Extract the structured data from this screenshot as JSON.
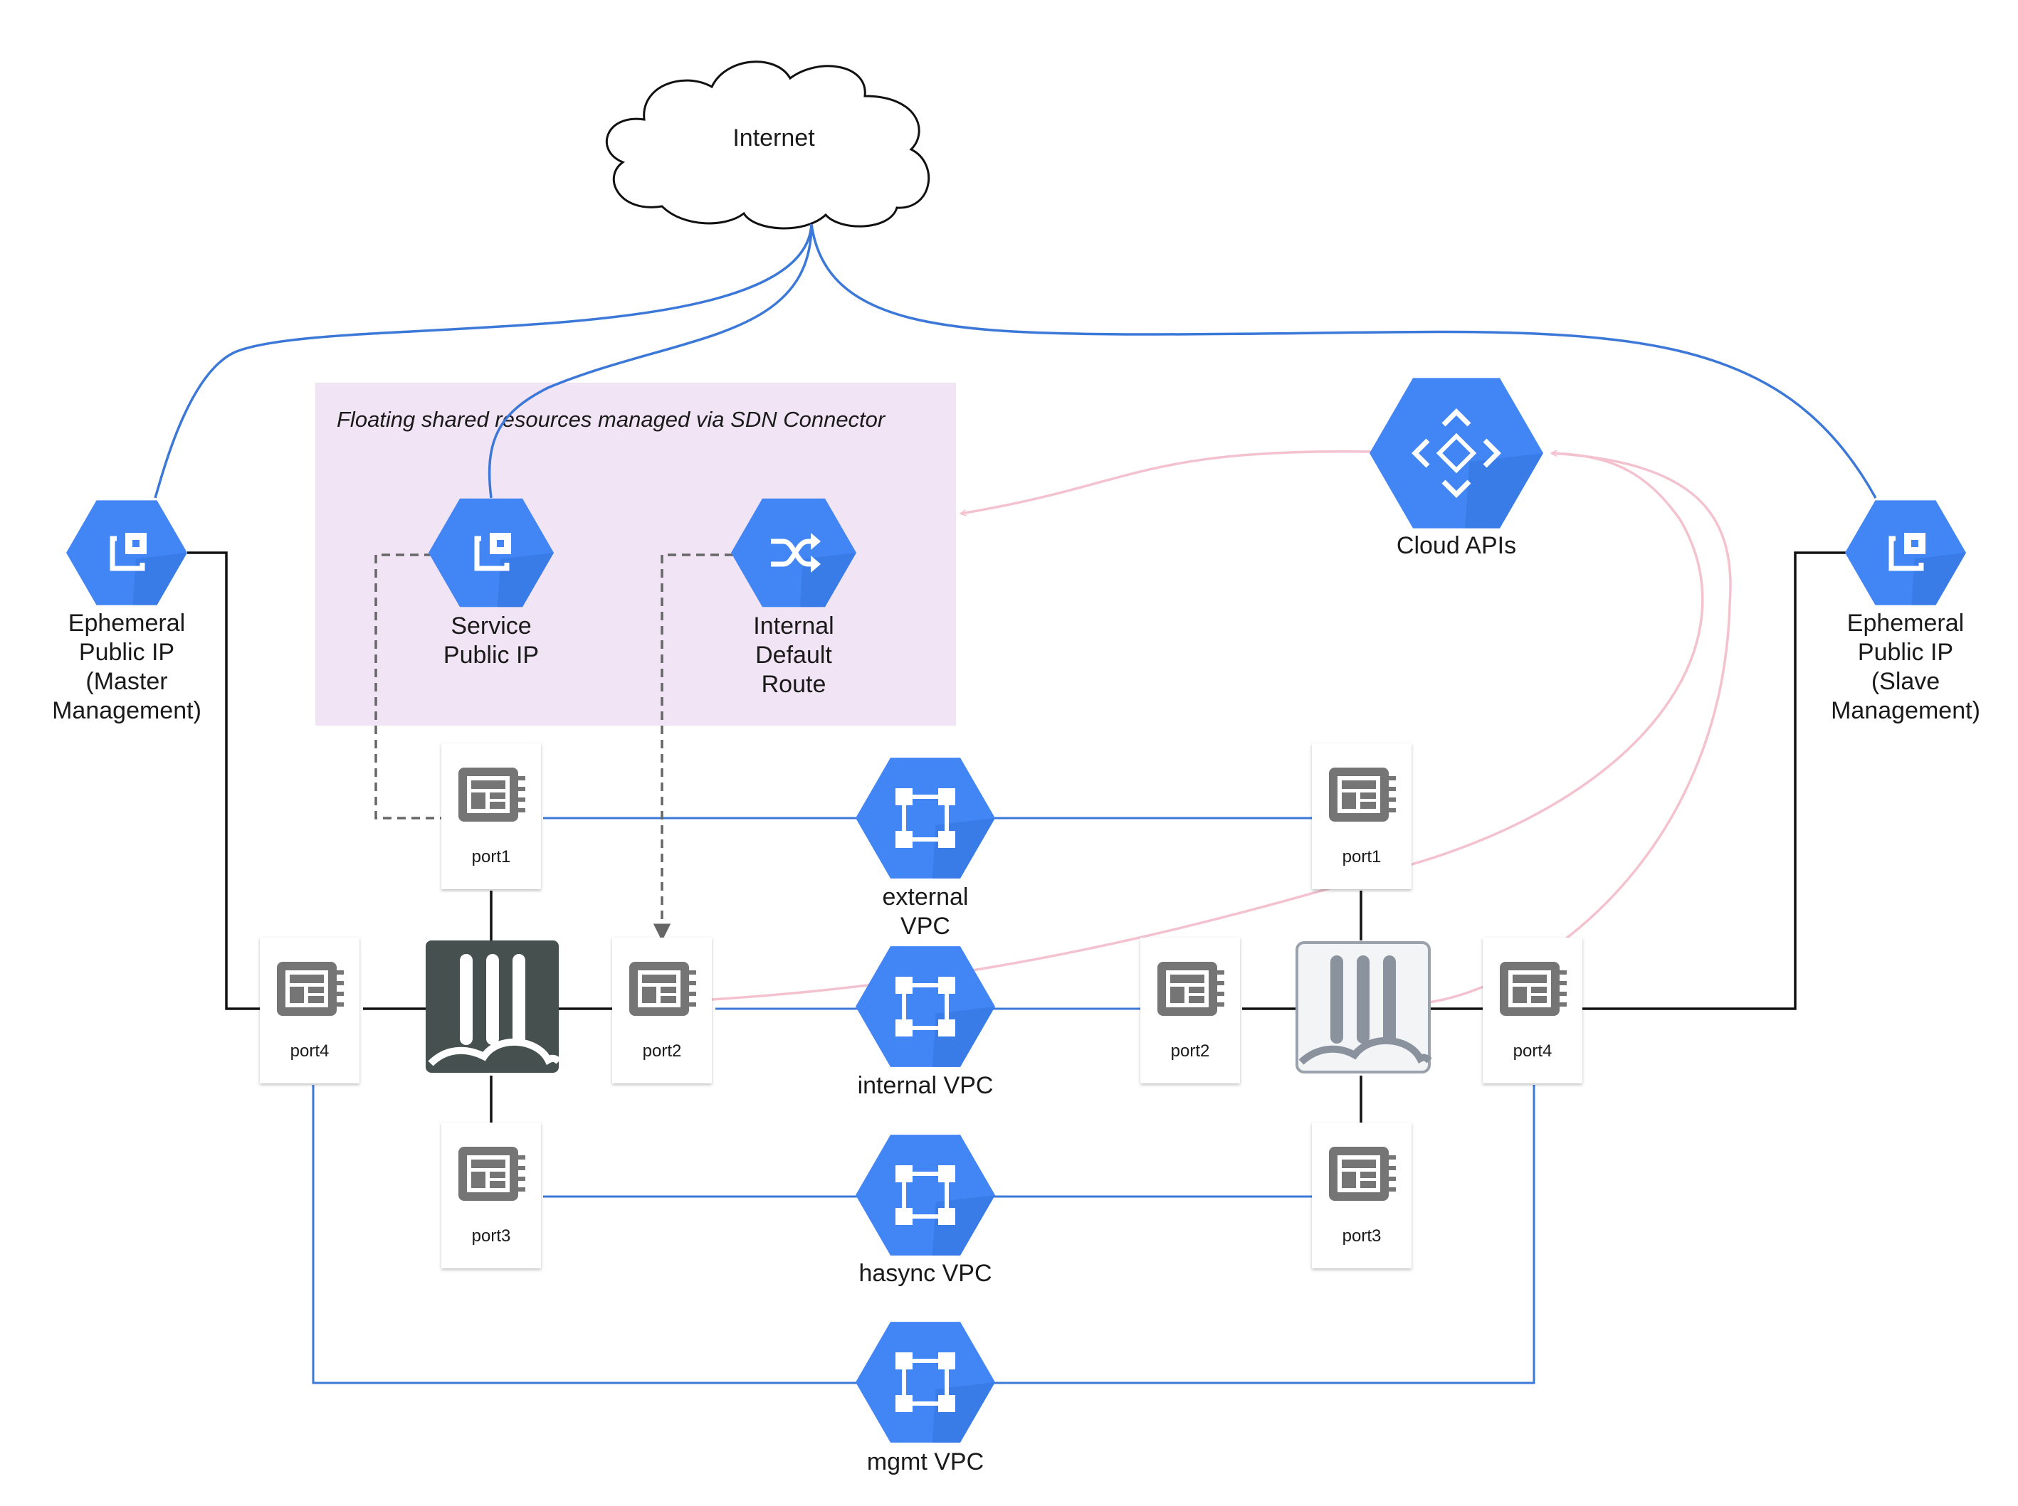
{
  "internet": {
    "label": "Internet"
  },
  "floating_box": {
    "title": "Floating  shared resources managed via SDN Connector"
  },
  "cloud_apis": {
    "label": "Cloud APIs"
  },
  "ip_master": {
    "lines": [
      "Ephemeral",
      "Public IP",
      "(Master",
      "Management)"
    ]
  },
  "ip_slave": {
    "lines": [
      "Ephemeral",
      "Public IP",
      "(Slave",
      "Management)"
    ]
  },
  "service_ip": {
    "lines": [
      "Service",
      "Public IP"
    ]
  },
  "default_route": {
    "lines": [
      "Internal",
      "Default",
      "Route"
    ]
  },
  "vpcs": {
    "external": {
      "lines": [
        "external",
        "VPC"
      ]
    },
    "internal": {
      "lines": [
        "internal VPC"
      ]
    },
    "hasync": {
      "lines": [
        "hasync VPC"
      ]
    },
    "mgmt": {
      "lines": [
        "mgmt VPC"
      ]
    }
  },
  "ports": {
    "m_port1": "port1",
    "m_port2": "port2",
    "m_port3": "port3",
    "m_port4": "port4",
    "s_port1": "port1",
    "s_port2": "port2",
    "s_port3": "port3",
    "s_port4": "port4"
  },
  "colors": {
    "gcp_blue": "#4285f4",
    "gcp_shadow": "#2f6fd6",
    "link_blue": "#3c78d8",
    "link_pink": "#f4c2cf",
    "floating_bg": "#f1e4f4",
    "fortigate_master": "#45504f",
    "fortigate_slave": "#f2f4f6",
    "nic_gray": "#757575"
  }
}
